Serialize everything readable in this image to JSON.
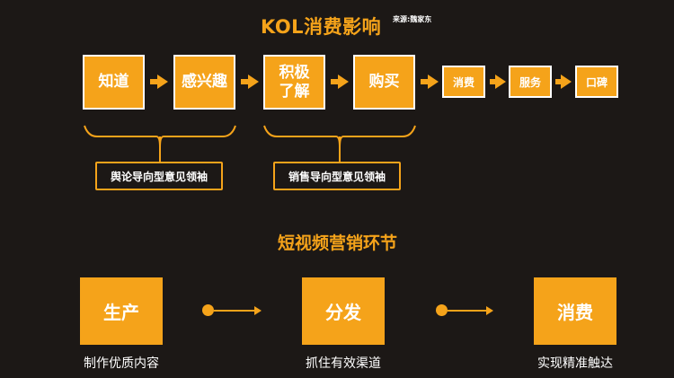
{
  "top": {
    "title": "KOL消费影响",
    "source": "来源:魏家东",
    "stages": [
      "知道",
      "感兴趣",
      "积极了解",
      "购买",
      "消费",
      "服务",
      "口碑"
    ],
    "stage3_line1": "积极",
    "stage3_line2": "了解",
    "leader_labels": [
      "舆论导向型意见领袖",
      "销售导向型意见领袖"
    ]
  },
  "bottom": {
    "title": "短视频营销环节",
    "steps": [
      {
        "label": "生产",
        "caption": "制作优质内容"
      },
      {
        "label": "分发",
        "caption": "抓住有效渠道"
      },
      {
        "label": "消费",
        "caption": "实现精准触达"
      }
    ]
  },
  "colors": {
    "accent": "#f5a31a",
    "background": "#1c1816",
    "text": "#ffffff"
  }
}
